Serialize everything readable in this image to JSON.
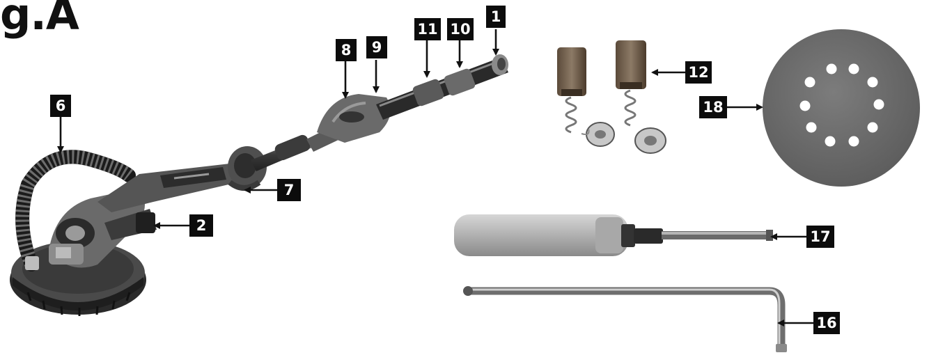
{
  "figure": {
    "title": "g.A"
  },
  "callouts": [
    {
      "id": "c1",
      "label": "1"
    },
    {
      "id": "c2",
      "label": "2"
    },
    {
      "id": "c6",
      "label": "6"
    },
    {
      "id": "c7",
      "label": "7"
    },
    {
      "id": "c8",
      "label": "8"
    },
    {
      "id": "c9",
      "label": "9"
    },
    {
      "id": "c10",
      "label": "10"
    },
    {
      "id": "c11",
      "label": "11"
    },
    {
      "id": "c12",
      "label": "12"
    },
    {
      "id": "c16",
      "label": "16"
    },
    {
      "id": "c17",
      "label": "17"
    },
    {
      "id": "c18",
      "label": "18"
    }
  ],
  "colors": {
    "background": "#ffffff",
    "callout_bg": "#0c0c0c",
    "callout_text": "#ffffff",
    "tool_body": "#5a5a5a",
    "sanding_disc": "#6f6f6f"
  }
}
